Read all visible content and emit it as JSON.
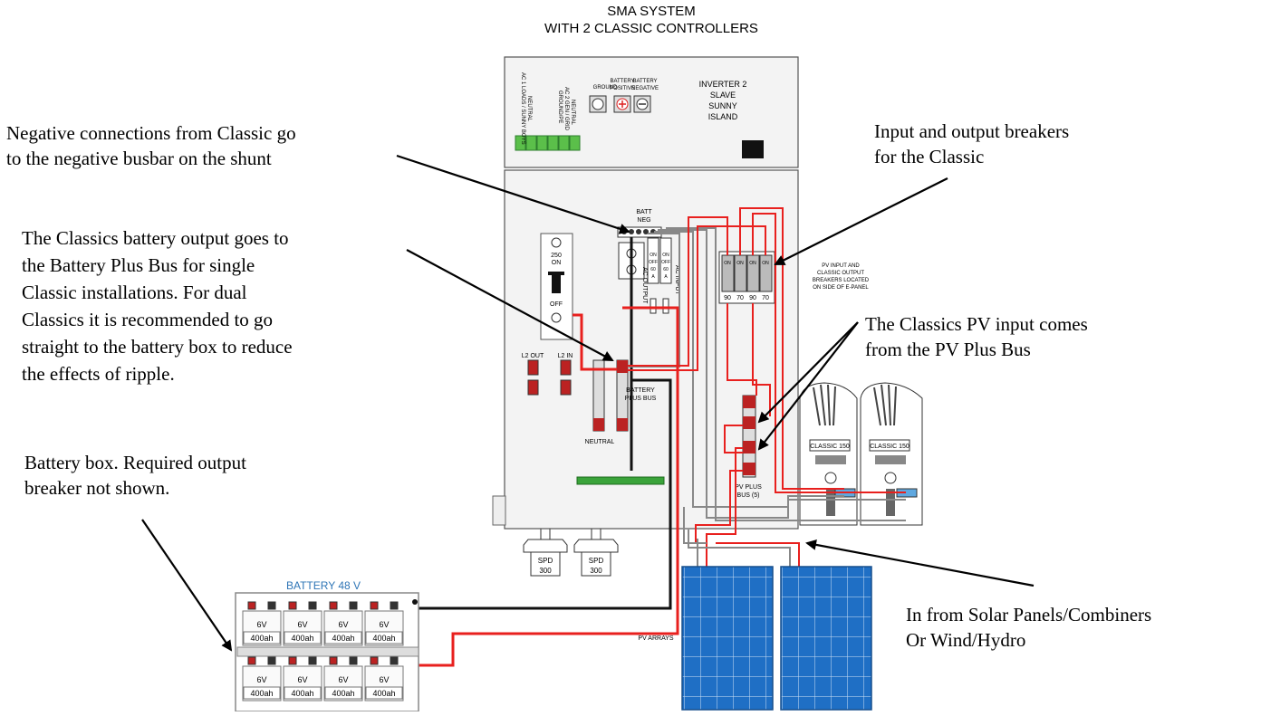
{
  "title": {
    "line1": "SMA SYSTEM",
    "line2": "WITH 2 CLASSIC CONTROLLERS"
  },
  "callouts": {
    "negative": [
      "Negative connections from Classic go",
      "to the negative busbar on the shunt"
    ],
    "battery_output": [
      "The Classics battery output goes to",
      "the Battery Plus Bus for single",
      "Classic installations. For dual",
      "Classics it is recommended to go",
      "straight to the battery box to reduce",
      "the effects of ripple."
    ],
    "battery_box": [
      "Battery box. Required output",
      "breaker not shown."
    ],
    "breakers": [
      "Input and output breakers",
      "for the Classic"
    ],
    "pv_input": [
      "The Classics PV input comes",
      "from the PV Plus Bus"
    ],
    "solar": [
      "In from Solar Panels/Combiners",
      "Or Wind/Hydro"
    ]
  },
  "inverter": {
    "name": [
      "INVERTER 2",
      "SLAVE",
      "SUNNY",
      "ISLAND"
    ],
    "ground": "GROUND",
    "battery_positive": [
      "BATTERY",
      "POSITIVE"
    ],
    "battery_negative": [
      "BATTERY",
      "NEGATIVE"
    ],
    "ac1": [
      "AC 1 LOADS / SUNNY BOYS",
      "NEUTRAL"
    ],
    "ac2": [
      "AC 2 GEN / GRID",
      "NEUTRAL",
      "GROUND/PE"
    ]
  },
  "epanel": {
    "batt_neg": [
      "BATT",
      "NEG"
    ],
    "main_breaker": [
      "250",
      "ON"
    ],
    "off": "OFF",
    "ac_input": "AC INPUT",
    "ac_output": "AC OUTPUT",
    "ac_breaker_on": "ON",
    "ac_breaker_off": "OFF",
    "ac_breaker_rating": "60",
    "ac_breaker_unit": "A",
    "l2_out": "L2 OUT",
    "l2_in": "L2 IN",
    "battery_plus_bus": [
      "BATTERY",
      "PLUS BUS"
    ],
    "neutral": "NEUTRAL",
    "pv_plus_bus": [
      "PV PLUS",
      "BUS (5)"
    ],
    "pv_breaker_note": [
      "PV INPUT AND",
      "CLASSIC OUTPUT",
      "BREAKERS LOCATED",
      "ON SIDE OF E-PANEL"
    ],
    "pv_breakers": [
      "90",
      "70",
      "90",
      "70"
    ],
    "pv_breaker_on": "ON"
  },
  "spd": [
    {
      "label": "SPD",
      "value": "300"
    },
    {
      "label": "SPD",
      "value": "300"
    }
  ],
  "controllers": [
    {
      "label": "CLASSIC 150"
    },
    {
      "label": "CLASSIC 150"
    }
  ],
  "battery": {
    "title": "BATTERY 48 V",
    "cell_voltage": "6V",
    "cell_capacity": "400ah"
  },
  "pv_arrays": "PV ARRAYS",
  "colors": {
    "wire_red": "#e8201e",
    "wire_black": "#111111",
    "panel_blue": "#1f6fc5",
    "battery_title": "#2e75b6",
    "bus_green": "#3aa33a"
  }
}
